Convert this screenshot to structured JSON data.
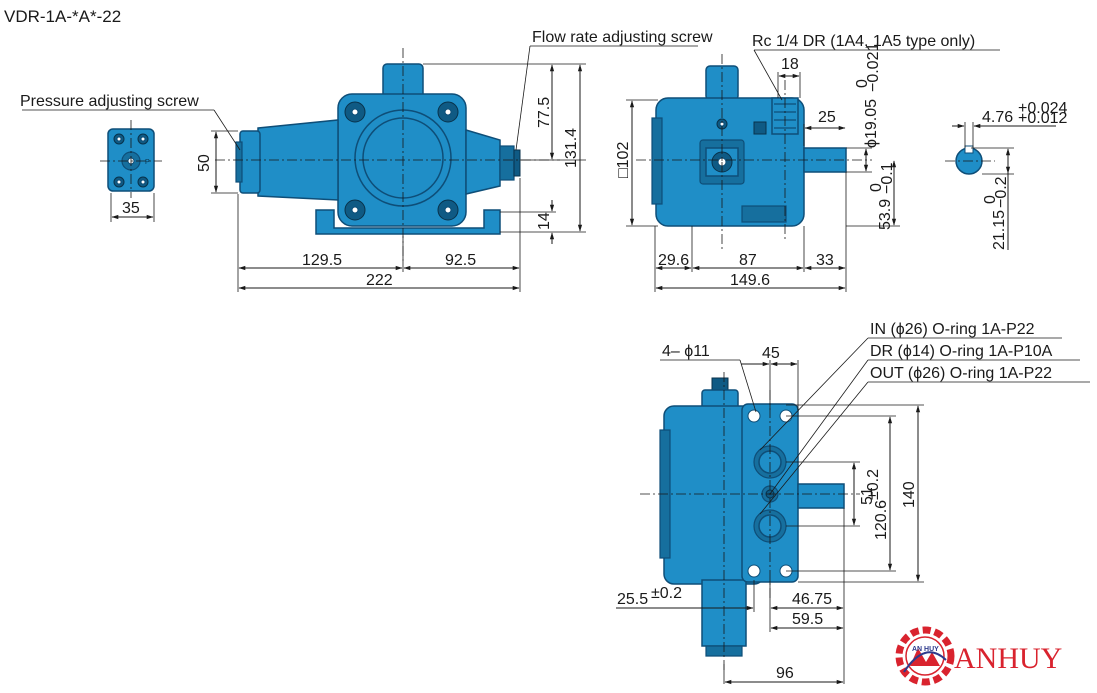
{
  "title": "VDR-1A-*A*-22",
  "labels": {
    "pressure_screw": "Pressure adjusting screw",
    "flow_screw": "Flow rate adjusting screw",
    "rc_port": "Rc 1/4 DR (1A4, 1A5 type only)",
    "in_port": "IN (ϕ26) O-ring 1A-P22",
    "dr_port": "DR (ϕ14) O-ring 1A-P10A",
    "out_port": "OUT (ϕ26) O-ring 1A-P22",
    "holes": "4– ϕ11"
  },
  "dimensions": {
    "d35": "35",
    "d50": "50",
    "d129_5": "129.5",
    "d92_5": "92.5",
    "d222": "222",
    "d77_5": "77.5",
    "d131_4": "131.4",
    "d14": "14",
    "d18": "18",
    "d25": "25",
    "d102": "□102",
    "d29_6": "29.6",
    "d87": "87",
    "d33": "33",
    "d149_6": "149.6",
    "d19_05": "ϕ19.05",
    "d19_05_tol_up": "0",
    "d19_05_tol_low": "−0.021",
    "d53_9": "53.9",
    "d53_9_tol_up": "0",
    "d53_9_tol_low": "−0.1",
    "d4_76": "4.76",
    "d4_76_tol_up": "+0.024",
    "d4_76_tol_low": "+0.012",
    "d21_15": "21.15",
    "d21_15_tol_up": "0",
    "d21_15_tol_low": "−0.2",
    "d45": "45",
    "d51": "51",
    "d120_6": "120.6",
    "d120_6_tol": "±0.2",
    "d140": "140",
    "d25_5": "25.5",
    "d25_5_tol": "±0.2",
    "d46_75": "46.75",
    "d59_5": "59.5",
    "d96": "96"
  },
  "logo": {
    "text": "ANHUY",
    "badge": "AN HUY",
    "color": "#d9232e"
  },
  "colors": {
    "pump_body": "#1f8ec7",
    "pump_outline": "#0e4e78"
  }
}
